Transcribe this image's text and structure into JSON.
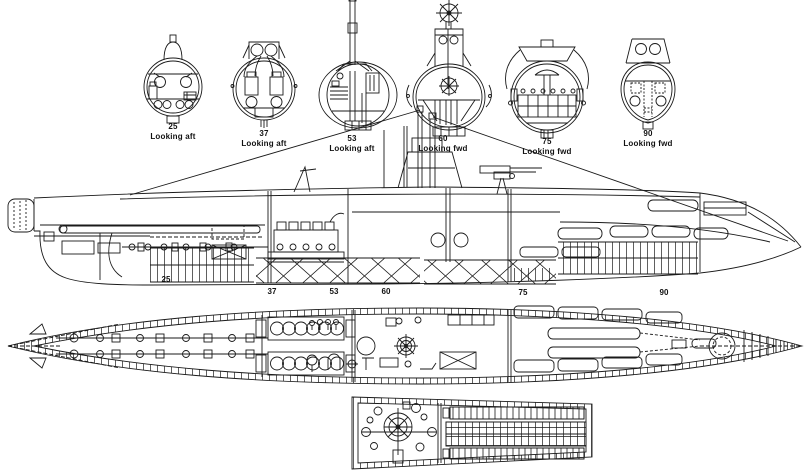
{
  "colors": {
    "ink": "#1a1a1a",
    "paper": "#ffffff"
  },
  "cross_sections": [
    {
      "number": "25",
      "direction": "Looking aft"
    },
    {
      "number": "37",
      "direction": "Looking aft"
    },
    {
      "number": "53",
      "direction": "Looking aft"
    },
    {
      "number": "60",
      "direction": "Looking fwd"
    },
    {
      "number": "75",
      "direction": "Looking fwd"
    },
    {
      "number": "90",
      "direction": "Looking fwd"
    }
  ],
  "profile_stations": [
    "25",
    "37",
    "53",
    "60",
    "75",
    "90"
  ]
}
